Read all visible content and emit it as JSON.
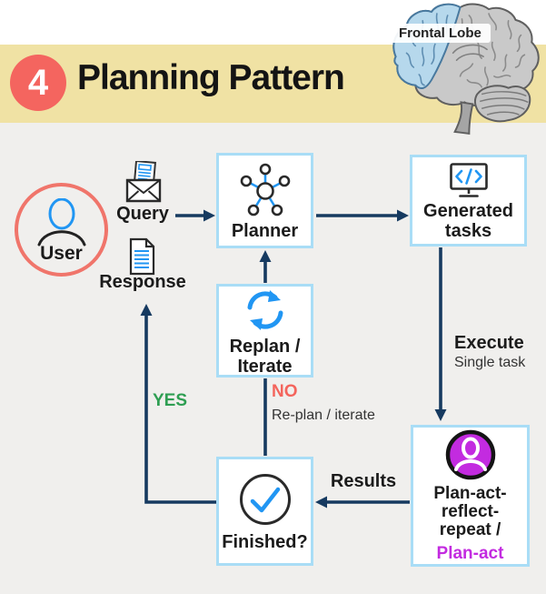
{
  "header": {
    "badge": "4",
    "title": "Planning Pattern"
  },
  "brain": {
    "label": "Frontal Lobe"
  },
  "nodes": {
    "user": "User",
    "query": "Query",
    "response": "Response",
    "planner": "Planner",
    "generated_tasks": [
      "Generated",
      "tasks"
    ],
    "replan": [
      "Replan /",
      "Iterate"
    ],
    "finished": "Finished?",
    "plan_act": [
      "Plan-act-",
      "reflect-",
      "repeat /"
    ],
    "plan_act_highlight": "Plan-act"
  },
  "edge_labels": {
    "execute": "Execute",
    "execute_sub": "Single task",
    "results": "Results",
    "yes": "YES",
    "no": "NO",
    "no_sub": "Re-plan / iterate"
  },
  "icons": {
    "user": "person-icon",
    "query": "open-envelope-icon",
    "response": "document-icon",
    "planner": "network-hub-icon",
    "generated_tasks": "code-monitor-icon",
    "replan": "refresh-cycle-icon",
    "finished": "check-circle-icon",
    "plan_act": "agent-person-icon",
    "brain": "brain-frontal-lobe-illustration"
  },
  "colors": {
    "banner": "#f0e2a4",
    "badge": "#f4655f",
    "arrow": "#163a60",
    "box_border": "#a9ddf6",
    "accent_blue": "#2196f3",
    "yes_green": "#2e9e52",
    "no_red": "#f4645c",
    "plan_act_magenta": "#c32be0",
    "user_ring": "#f0756b",
    "background": "#f0efed"
  }
}
